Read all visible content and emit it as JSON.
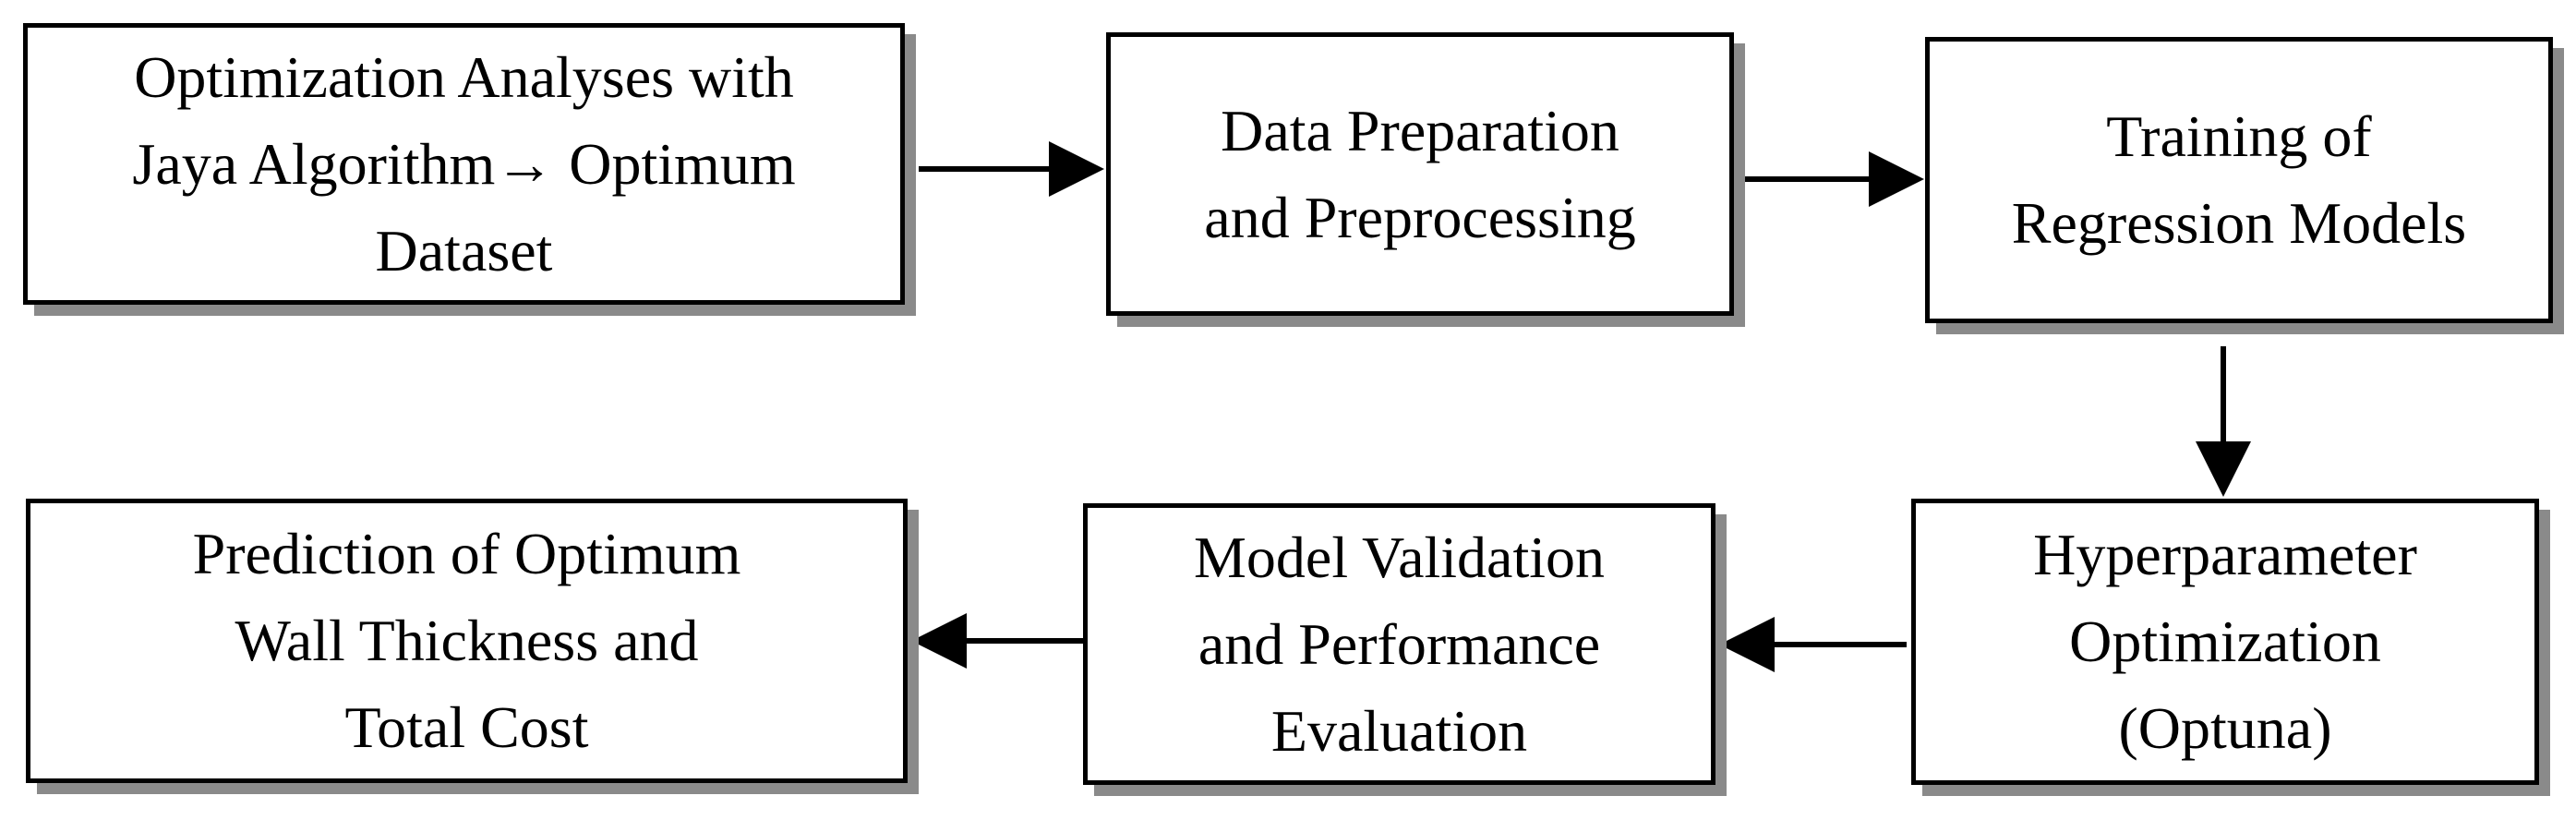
{
  "diagram": {
    "steps": [
      {
        "line1": "Optimization Analyses with",
        "line2": "Jaya Algorithm→ Optimum",
        "line3": "Dataset"
      },
      {
        "line1": "Data Preparation",
        "line2": "and Preprocessing"
      },
      {
        "line1": "Training of",
        "line2": "Regression Models"
      },
      {
        "line1": "Hyperparameter",
        "line2": "Optimization",
        "line3": "(Optuna)"
      },
      {
        "line1": "Model Validation",
        "line2": "and Performance",
        "line3": "Evaluation"
      },
      {
        "line1": "Prediction of Optimum",
        "line2": "Wall Thickness and",
        "line3": "Total Cost"
      }
    ],
    "flow": [
      "1→2",
      "2→3",
      "3→4",
      "4→5",
      "5→6"
    ]
  }
}
